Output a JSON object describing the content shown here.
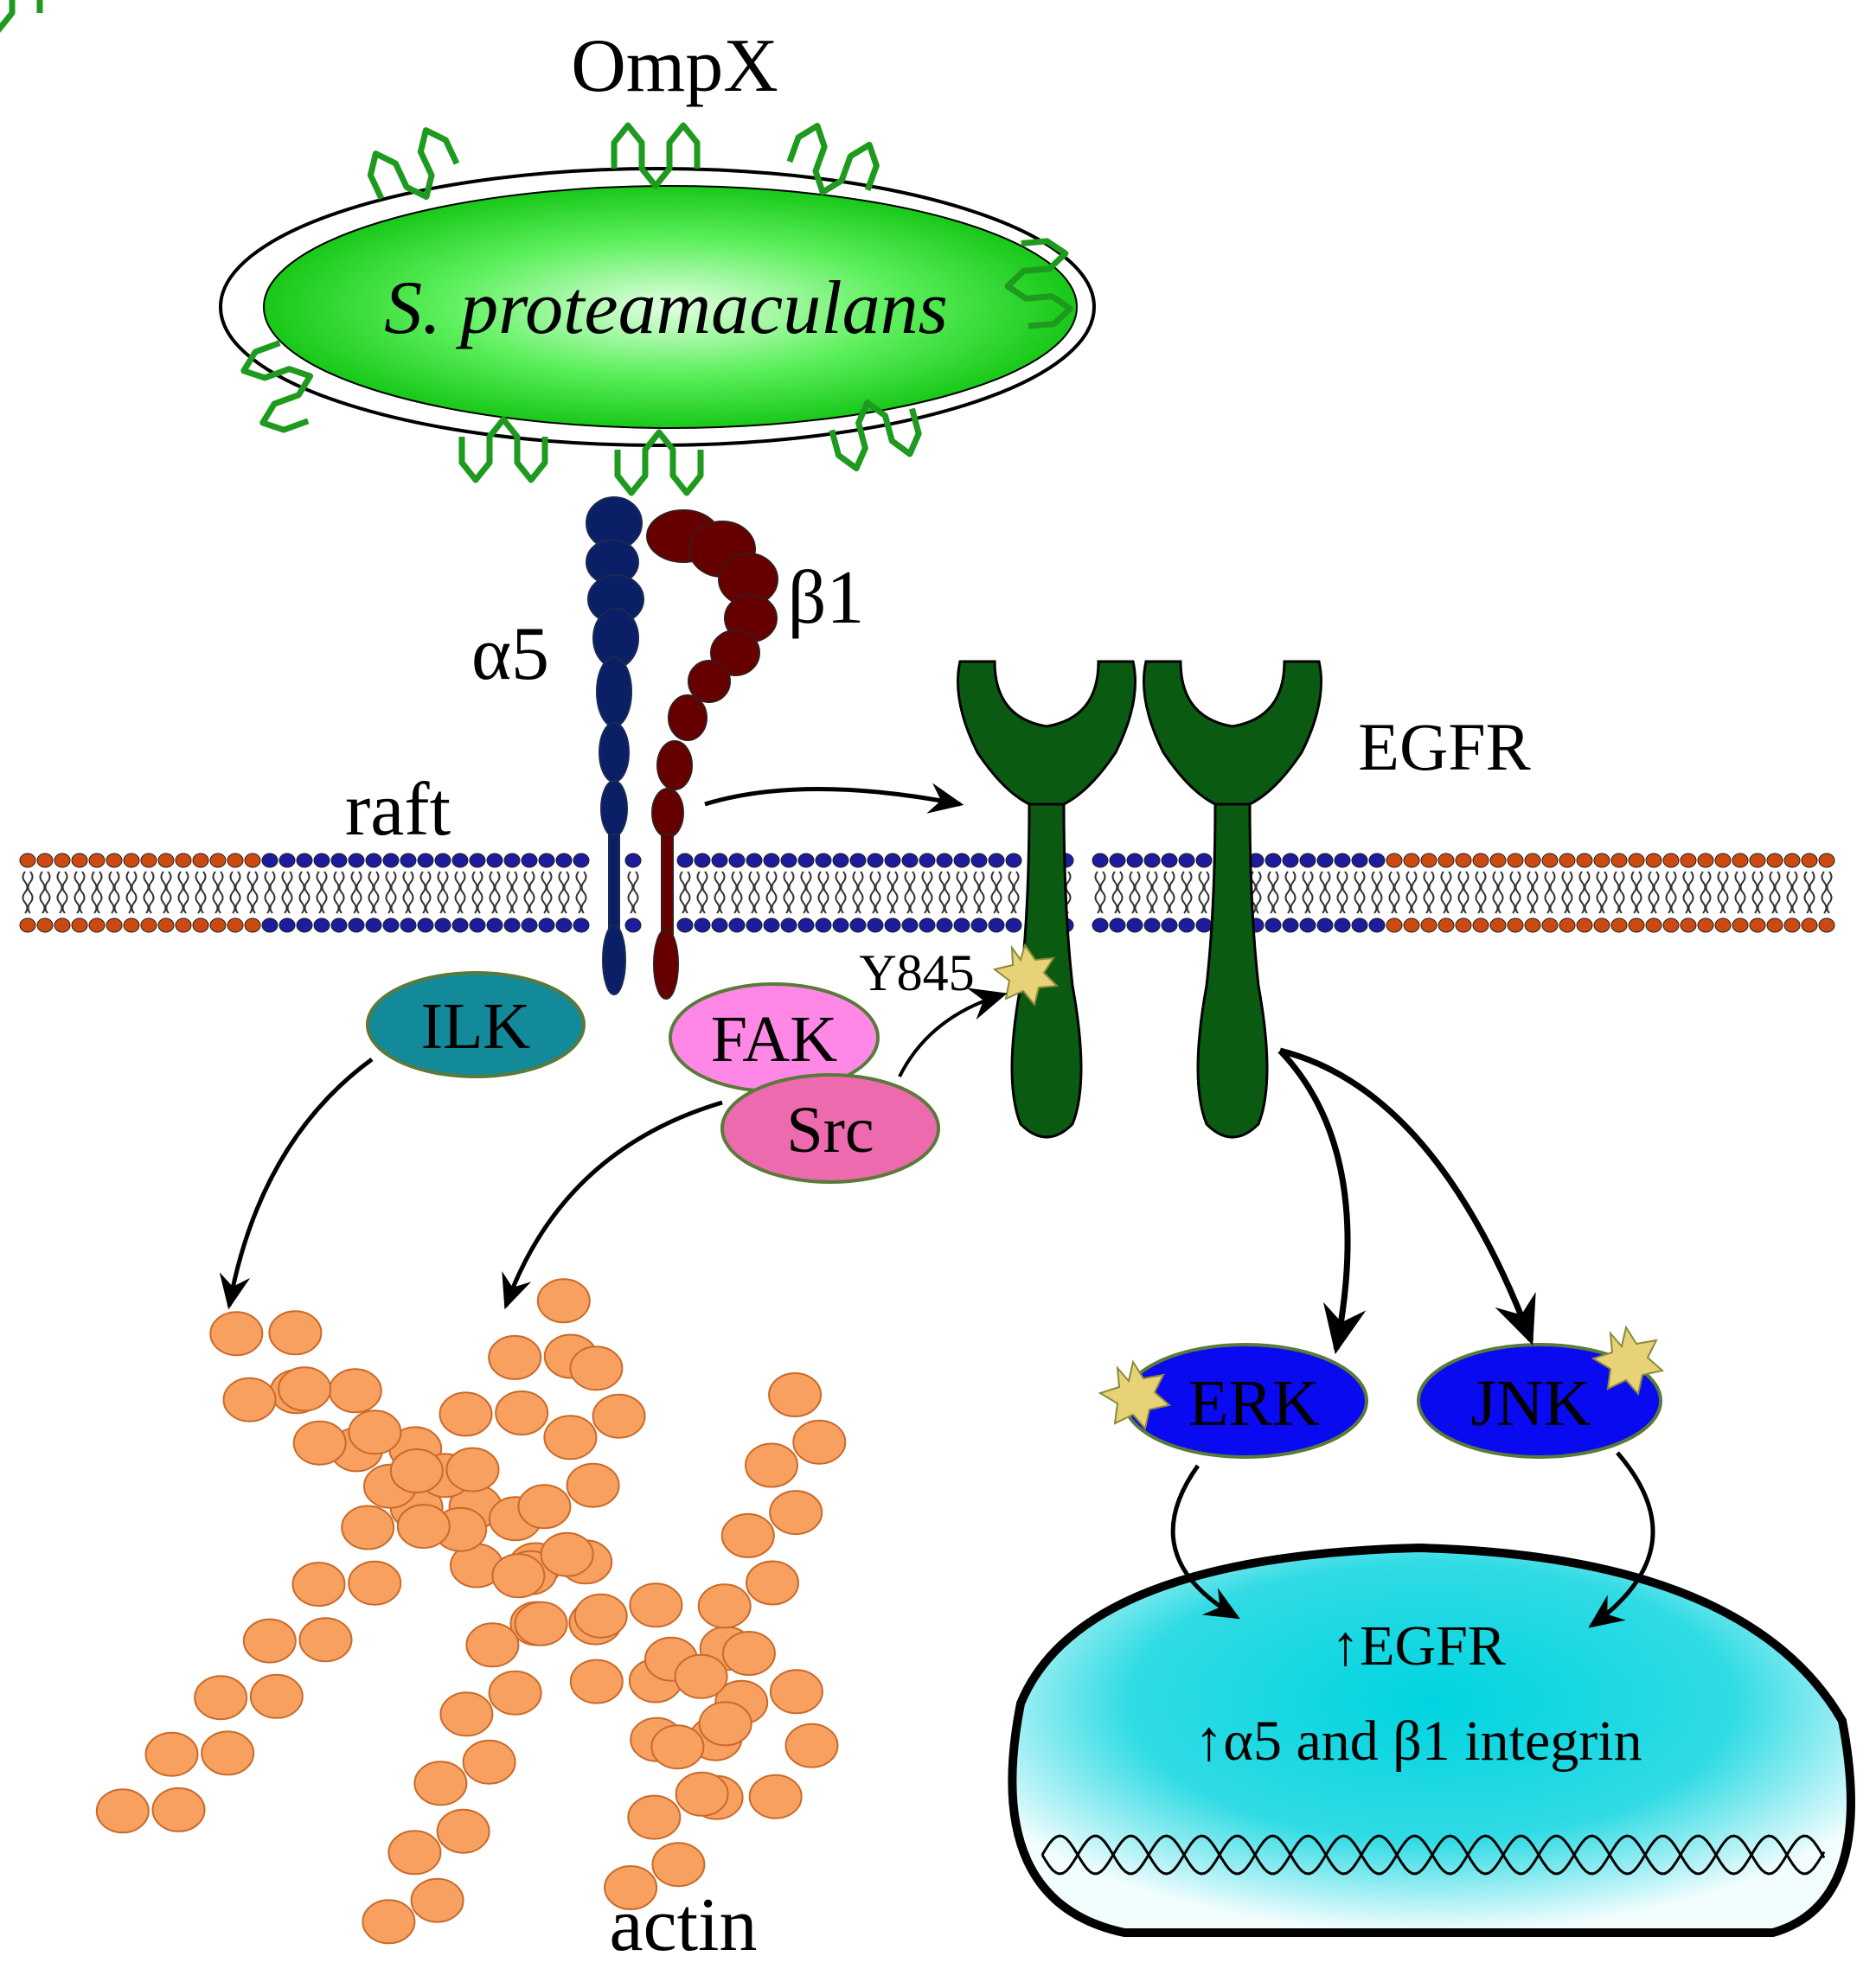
{
  "labels": {
    "ompx": "OmpX",
    "bacterium": "S. proteamaculans",
    "alpha5": "α5",
    "beta1": "β1",
    "raft": "raft",
    "egfr": "EGFR",
    "y845": "Y845",
    "ilk": "ILK",
    "fak": "FAK",
    "src": "Src",
    "erk": "ERK",
    "jnk": "JNK",
    "actin": "actin",
    "nucleus_line1": "↑EGFR",
    "nucleus_line2": "↑α5 and β1 integrin"
  },
  "colors": {
    "bacterium_fill": "#22dd22",
    "ompx_green": "#1e9a1e",
    "alpha5": "#0b1f66",
    "beta1": "#660000",
    "egfr": "#0b5a12",
    "membrane_raft_head": "#1c1c9c",
    "membrane_head": "#cc4a12",
    "ilk": "#128a9a",
    "fak": "#ff88e6",
    "src": "#ee6aaf",
    "erk_jnk": "#0a0af0",
    "star": "#e8d277",
    "actin": "#f7a060",
    "nucleus": "#00d0dc"
  }
}
